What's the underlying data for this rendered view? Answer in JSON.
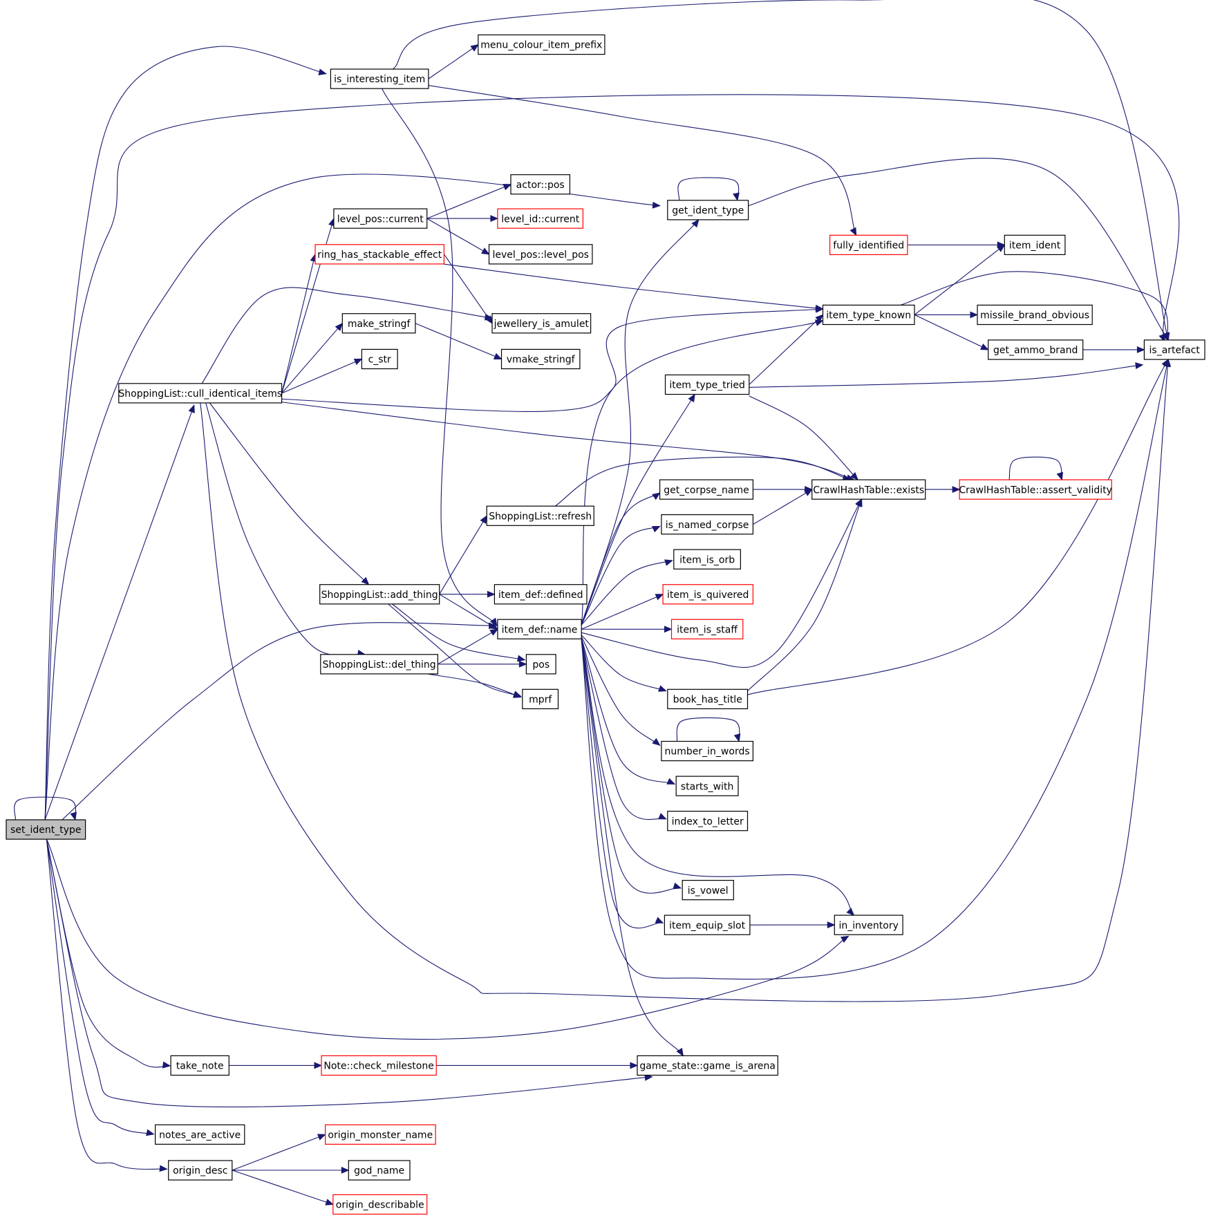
{
  "colors": {
    "edge": "#191970",
    "node_border": "#000000",
    "node_border_truncated": "#ff0000",
    "root_fill": "#bfbfbf",
    "node_fill": "#ffffff"
  },
  "nodes": {
    "set_ident_type": {
      "label": "set_ident_type",
      "kind": "root"
    },
    "is_interesting_item": {
      "label": "is_interesting_item",
      "kind": "normal"
    },
    "menu_colour_item_prefix": {
      "label": "menu_colour_item_prefix",
      "kind": "normal"
    },
    "get_ident_type": {
      "label": "get_ident_type",
      "kind": "normal"
    },
    "actor_pos": {
      "label": "actor::pos",
      "kind": "normal"
    },
    "level_pos_current": {
      "label": "level_pos::current",
      "kind": "normal"
    },
    "level_id_current": {
      "label": "level_id::current",
      "kind": "truncated"
    },
    "level_pos_level_pos": {
      "label": "level_pos::level_pos",
      "kind": "normal"
    },
    "ring_has_stackable_effect": {
      "label": "ring_has_stackable_effect",
      "kind": "truncated"
    },
    "fully_identified": {
      "label": "fully_identified",
      "kind": "truncated"
    },
    "item_ident": {
      "label": "item_ident",
      "kind": "normal"
    },
    "make_stringf": {
      "label": "make_stringf",
      "kind": "normal"
    },
    "jewellery_is_amulet": {
      "label": "jewellery_is_amulet",
      "kind": "normal"
    },
    "item_type_known": {
      "label": "item_type_known",
      "kind": "normal"
    },
    "missile_brand_obvious": {
      "label": "missile_brand_obvious",
      "kind": "normal"
    },
    "c_str": {
      "label": "c_str",
      "kind": "normal"
    },
    "vmake_stringf": {
      "label": "vmake_stringf",
      "kind": "normal"
    },
    "get_ammo_brand": {
      "label": "get_ammo_brand",
      "kind": "normal"
    },
    "is_artefact": {
      "label": "is_artefact",
      "kind": "normal"
    },
    "item_type_tried": {
      "label": "item_type_tried",
      "kind": "normal"
    },
    "cull_identical_items": {
      "label": "ShoppingList::cull_identical_items",
      "kind": "normal"
    },
    "get_corpse_name": {
      "label": "get_corpse_name",
      "kind": "normal"
    },
    "crawl_exists": {
      "label": "CrawlHashTable::exists",
      "kind": "normal"
    },
    "assert_validity": {
      "label": "CrawlHashTable::assert_validity",
      "kind": "truncated"
    },
    "shopping_refresh": {
      "label": "ShoppingList::refresh",
      "kind": "normal"
    },
    "is_named_corpse": {
      "label": "is_named_corpse",
      "kind": "normal"
    },
    "item_is_orb": {
      "label": "item_is_orb",
      "kind": "normal"
    },
    "add_thing": {
      "label": "ShoppingList::add_thing",
      "kind": "normal"
    },
    "item_def_defined": {
      "label": "item_def::defined",
      "kind": "normal"
    },
    "item_is_quivered": {
      "label": "item_is_quivered",
      "kind": "truncated"
    },
    "item_def_name": {
      "label": "item_def::name",
      "kind": "normal"
    },
    "item_is_staff": {
      "label": "item_is_staff",
      "kind": "truncated"
    },
    "del_thing": {
      "label": "ShoppingList::del_thing",
      "kind": "normal"
    },
    "pos": {
      "label": "pos",
      "kind": "normal"
    },
    "mprf": {
      "label": "mprf",
      "kind": "normal"
    },
    "book_has_title": {
      "label": "book_has_title",
      "kind": "normal"
    },
    "number_in_words": {
      "label": "number_in_words",
      "kind": "normal"
    },
    "starts_with": {
      "label": "starts_with",
      "kind": "normal"
    },
    "index_to_letter": {
      "label": "index_to_letter",
      "kind": "normal"
    },
    "is_vowel": {
      "label": "is_vowel",
      "kind": "normal"
    },
    "item_equip_slot": {
      "label": "item_equip_slot",
      "kind": "normal"
    },
    "in_inventory": {
      "label": "in_inventory",
      "kind": "normal"
    },
    "take_note": {
      "label": "take_note",
      "kind": "normal"
    },
    "check_milestone": {
      "label": "Note::check_milestone",
      "kind": "truncated"
    },
    "game_is_arena": {
      "label": "game_state::game_is_arena",
      "kind": "normal"
    },
    "notes_are_active": {
      "label": "notes_are_active",
      "kind": "normal"
    },
    "origin_monster_name": {
      "label": "origin_monster_name",
      "kind": "truncated"
    },
    "origin_desc": {
      "label": "origin_desc",
      "kind": "normal"
    },
    "god_name": {
      "label": "god_name",
      "kind": "normal"
    },
    "origin_describable": {
      "label": "origin_describable",
      "kind": "truncated"
    }
  },
  "edges": [
    [
      "set_ident_type",
      "set_ident_type"
    ],
    [
      "set_ident_type",
      "is_interesting_item"
    ],
    [
      "set_ident_type",
      "is_artefact"
    ],
    [
      "set_ident_type",
      "get_ident_type"
    ],
    [
      "set_ident_type",
      "cull_identical_items"
    ],
    [
      "set_ident_type",
      "item_def_name"
    ],
    [
      "set_ident_type",
      "in_inventory"
    ],
    [
      "set_ident_type",
      "take_note"
    ],
    [
      "set_ident_type",
      "game_is_arena"
    ],
    [
      "set_ident_type",
      "notes_are_active"
    ],
    [
      "set_ident_type",
      "origin_desc"
    ],
    [
      "is_interesting_item",
      "menu_colour_item_prefix"
    ],
    [
      "is_interesting_item",
      "is_artefact"
    ],
    [
      "is_interesting_item",
      "fully_identified"
    ],
    [
      "is_interesting_item",
      "item_def_name"
    ],
    [
      "get_ident_type",
      "get_ident_type"
    ],
    [
      "get_ident_type",
      "is_artefact"
    ],
    [
      "level_pos_current",
      "actor_pos"
    ],
    [
      "level_pos_current",
      "level_id_current"
    ],
    [
      "level_pos_current",
      "level_pos_level_pos"
    ],
    [
      "ring_has_stackable_effect",
      "jewellery_is_amulet"
    ],
    [
      "ring_has_stackable_effect",
      "item_type_known"
    ],
    [
      "fully_identified",
      "item_ident"
    ],
    [
      "make_stringf",
      "vmake_stringf"
    ],
    [
      "item_type_known",
      "item_ident"
    ],
    [
      "item_type_known",
      "missile_brand_obvious"
    ],
    [
      "item_type_known",
      "get_ammo_brand"
    ],
    [
      "item_type_known",
      "is_artefact"
    ],
    [
      "get_ammo_brand",
      "is_artefact"
    ],
    [
      "item_type_tried",
      "item_type_known"
    ],
    [
      "item_type_tried",
      "is_artefact"
    ],
    [
      "item_type_tried",
      "crawl_exists"
    ],
    [
      "cull_identical_items",
      "level_pos_current"
    ],
    [
      "cull_identical_items",
      "ring_has_stackable_effect"
    ],
    [
      "cull_identical_items",
      "jewellery_is_amulet"
    ],
    [
      "cull_identical_items",
      "make_stringf"
    ],
    [
      "cull_identical_items",
      "c_str"
    ],
    [
      "cull_identical_items",
      "item_type_known"
    ],
    [
      "cull_identical_items",
      "crawl_exists"
    ],
    [
      "cull_identical_items",
      "add_thing"
    ],
    [
      "cull_identical_items",
      "del_thing"
    ],
    [
      "cull_identical_items",
      "is_artefact"
    ],
    [
      "get_corpse_name",
      "crawl_exists"
    ],
    [
      "crawl_exists",
      "assert_validity"
    ],
    [
      "assert_validity",
      "assert_validity"
    ],
    [
      "shopping_refresh",
      "crawl_exists"
    ],
    [
      "is_named_corpse",
      "crawl_exists"
    ],
    [
      "add_thing",
      "shopping_refresh"
    ],
    [
      "add_thing",
      "item_def_defined"
    ],
    [
      "add_thing",
      "item_def_name"
    ],
    [
      "add_thing",
      "pos"
    ],
    [
      "add_thing",
      "mprf"
    ],
    [
      "del_thing",
      "item_def_name"
    ],
    [
      "del_thing",
      "pos"
    ],
    [
      "del_thing",
      "mprf"
    ],
    [
      "item_def_name",
      "get_ident_type"
    ],
    [
      "item_def_name",
      "item_type_known"
    ],
    [
      "item_def_name",
      "item_type_tried"
    ],
    [
      "item_def_name",
      "get_corpse_name"
    ],
    [
      "item_def_name",
      "is_named_corpse"
    ],
    [
      "item_def_name",
      "item_is_orb"
    ],
    [
      "item_def_name",
      "item_is_quivered"
    ],
    [
      "item_def_name",
      "item_is_staff"
    ],
    [
      "item_def_name",
      "crawl_exists"
    ],
    [
      "item_def_name",
      "book_has_title"
    ],
    [
      "item_def_name",
      "number_in_words"
    ],
    [
      "item_def_name",
      "starts_with"
    ],
    [
      "item_def_name",
      "index_to_letter"
    ],
    [
      "item_def_name",
      "is_vowel"
    ],
    [
      "item_def_name",
      "item_equip_slot"
    ],
    [
      "item_def_name",
      "in_inventory"
    ],
    [
      "item_def_name",
      "game_is_arena"
    ],
    [
      "item_def_name",
      "is_artefact"
    ],
    [
      "book_has_title",
      "crawl_exists"
    ],
    [
      "book_has_title",
      "is_artefact"
    ],
    [
      "number_in_words",
      "number_in_words"
    ],
    [
      "item_equip_slot",
      "in_inventory"
    ],
    [
      "take_note",
      "check_milestone"
    ],
    [
      "check_milestone",
      "game_is_arena"
    ],
    [
      "origin_desc",
      "origin_monster_name"
    ],
    [
      "origin_desc",
      "god_name"
    ],
    [
      "origin_desc",
      "origin_describable"
    ]
  ]
}
